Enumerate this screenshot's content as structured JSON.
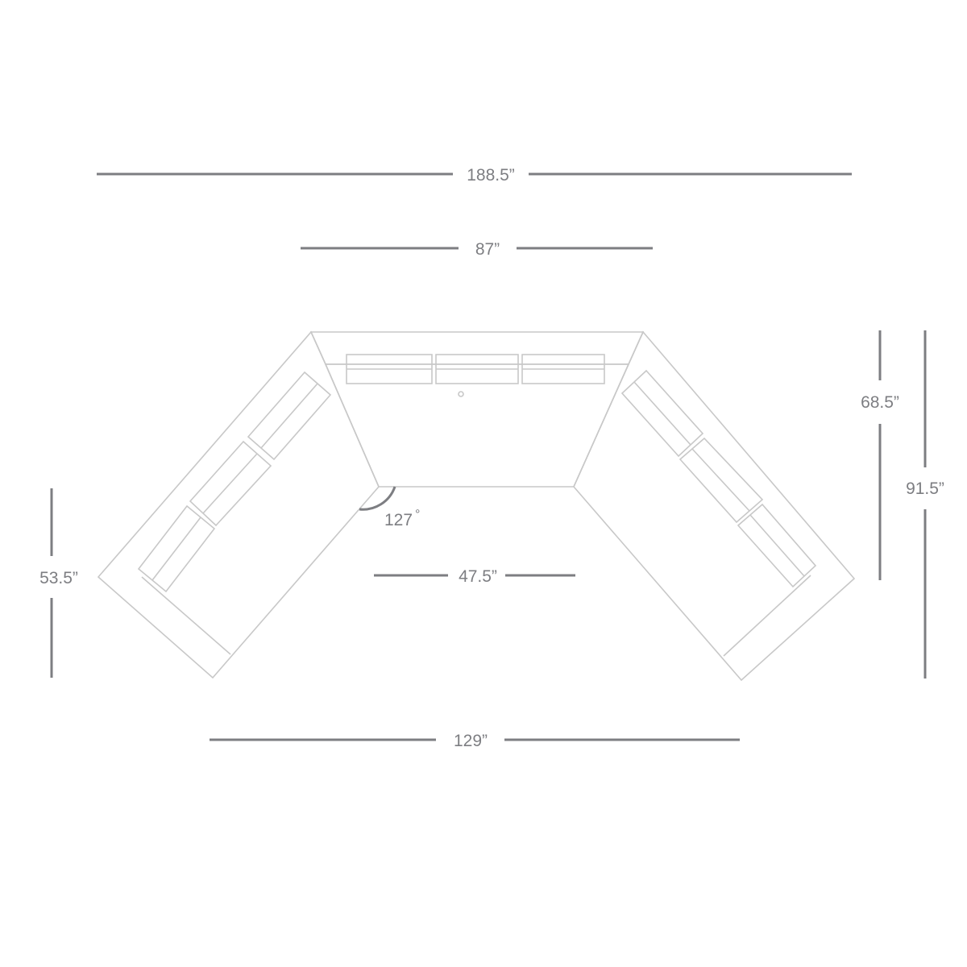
{
  "dimensions": {
    "overall_width": "188.5”",
    "back_width": "87”",
    "inner_front_width": "47.5”",
    "front_span": "129”",
    "side_depth": "53.5”",
    "center_depth": "68.5”",
    "overall_depth": "91.5”"
  },
  "angle": {
    "value": "127",
    "unit": "°"
  },
  "colors": {
    "dimension": "#7d7e82",
    "outline": "#c8c8c8",
    "background": "#ffffff"
  }
}
